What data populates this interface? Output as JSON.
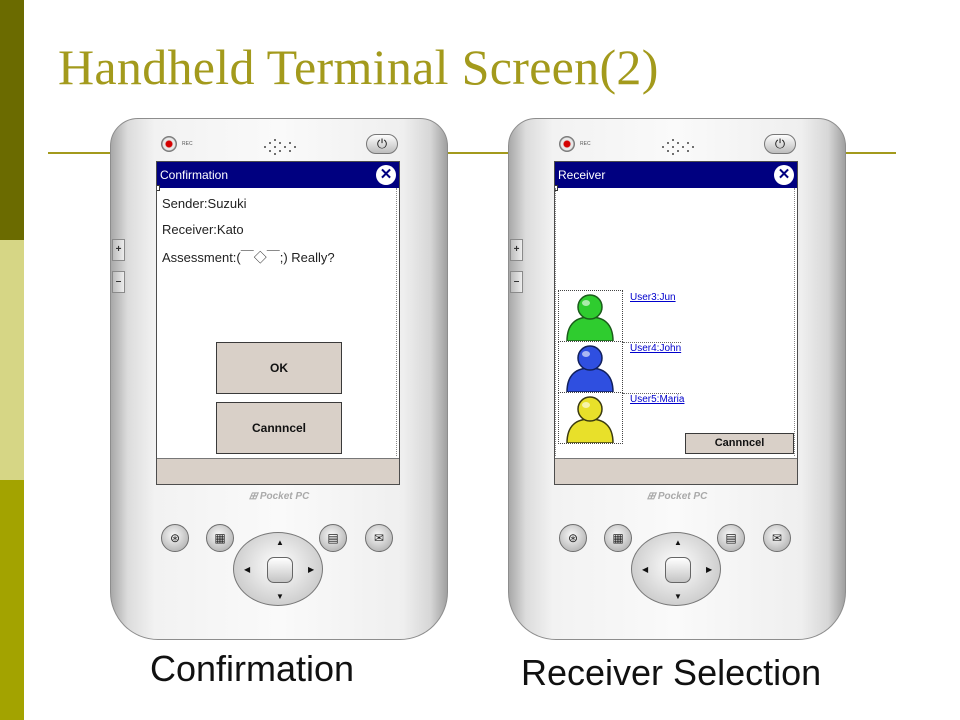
{
  "slide": {
    "title": "Handheld Terminal Screen(2)"
  },
  "device_chrome": {
    "rec_label": "REC",
    "brand": "Pocket PC",
    "brand_icon": "windows-flag-icon",
    "power_icon": "⏻",
    "plus_label": "+",
    "minus_label": "–",
    "hw_buttons": [
      "calendar-icon",
      "contacts-grid-icon",
      "notes-icon",
      "mail-icon"
    ]
  },
  "confirmation": {
    "window_title": "Confirmation",
    "close_symbol": "✕",
    "sender_line": "Sender:Suzuki",
    "receiver_line": "Receiver:Kato",
    "assessment_line": "Assessment:(￣◇￣;) Really?",
    "ok_label": "OK",
    "cancel_label": "Cannncel",
    "caption": "Confirmation"
  },
  "receiver_selection": {
    "window_title": "Receiver",
    "close_symbol": "✕",
    "users": [
      {
        "label": "User3:Jun",
        "avatar_color": "#2fcc2f"
      },
      {
        "label": "User4:John",
        "avatar_color": "#2f4fe0"
      },
      {
        "label": "User5:Maria",
        "avatar_color": "#e8e02a"
      }
    ],
    "cancel_label": "Cannncel",
    "caption": "Receiver Selection"
  },
  "colors": {
    "accent": "#a39a1c",
    "titlebar": "#000080",
    "button_face": "#d9d0c8",
    "side_bar_dark": "#6b6b00",
    "side_bar_light": "#d6d685",
    "side_bar_mid": "#a3a300"
  }
}
